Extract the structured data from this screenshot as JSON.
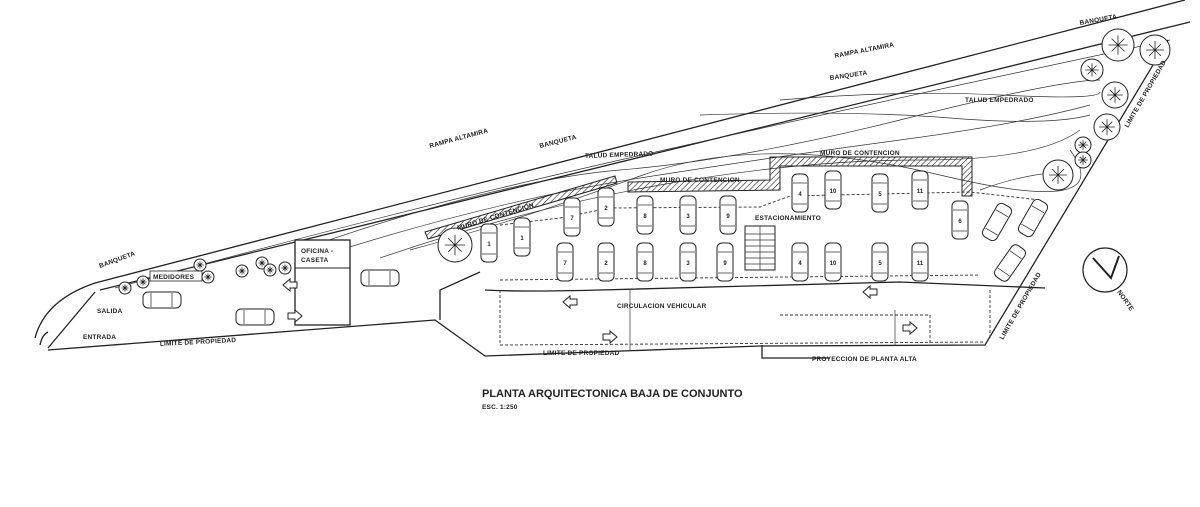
{
  "labels": {
    "rampa_altamira_1": "RAMPA ALTAMIRA",
    "rampa_altamira_2": "RAMPA ALTAMIRA",
    "banqueta_1": "BANQUETA",
    "banqueta_2": "BANQUETA",
    "banqueta_3": "BANQUETA",
    "banqueta_4": "BANQUETA",
    "talud_1": "TALUD EMPEDRADO",
    "talud_2": "TALUD EMPEDRADO",
    "muro_1": "MURO DE CONTENCION",
    "muro_2": "MURO DE CONTENCION",
    "muro_3": "MURO DE CONTENCION",
    "estacionamiento": "ESTACIONAMIENTO",
    "oficina_line1": "OFICINA -",
    "oficina_line2": "CASETA",
    "medidores": "MEDIDORES",
    "salida": "SALIDA",
    "entrada": "ENTRADA",
    "limite_1": "LIMITE DE PROPIEDAD",
    "limite_2": "LIMITE DE PROPIEDAD",
    "limite_3": "LIMITE DE PROPIEDAD",
    "limite_4": "LIMITE DE PROPIEDAD",
    "circulacion": "CIRCULACION VEHICULAR",
    "proyeccion": "PROYECCION DE PLANTA ALTA",
    "norte": "NORTE"
  },
  "title": {
    "main": "PLANTA ARQUITECTONICA BAJA DE CONJUNTO",
    "scale": "ESC. 1:250"
  },
  "parking": {
    "top_row": [
      "1",
      "7",
      "2",
      "8",
      "3",
      "9",
      "4",
      "10",
      "5",
      "11",
      "6"
    ],
    "bottom_row": [
      "1",
      "7",
      "2",
      "8",
      "3",
      "9",
      "4",
      "10",
      "5",
      "11"
    ]
  }
}
